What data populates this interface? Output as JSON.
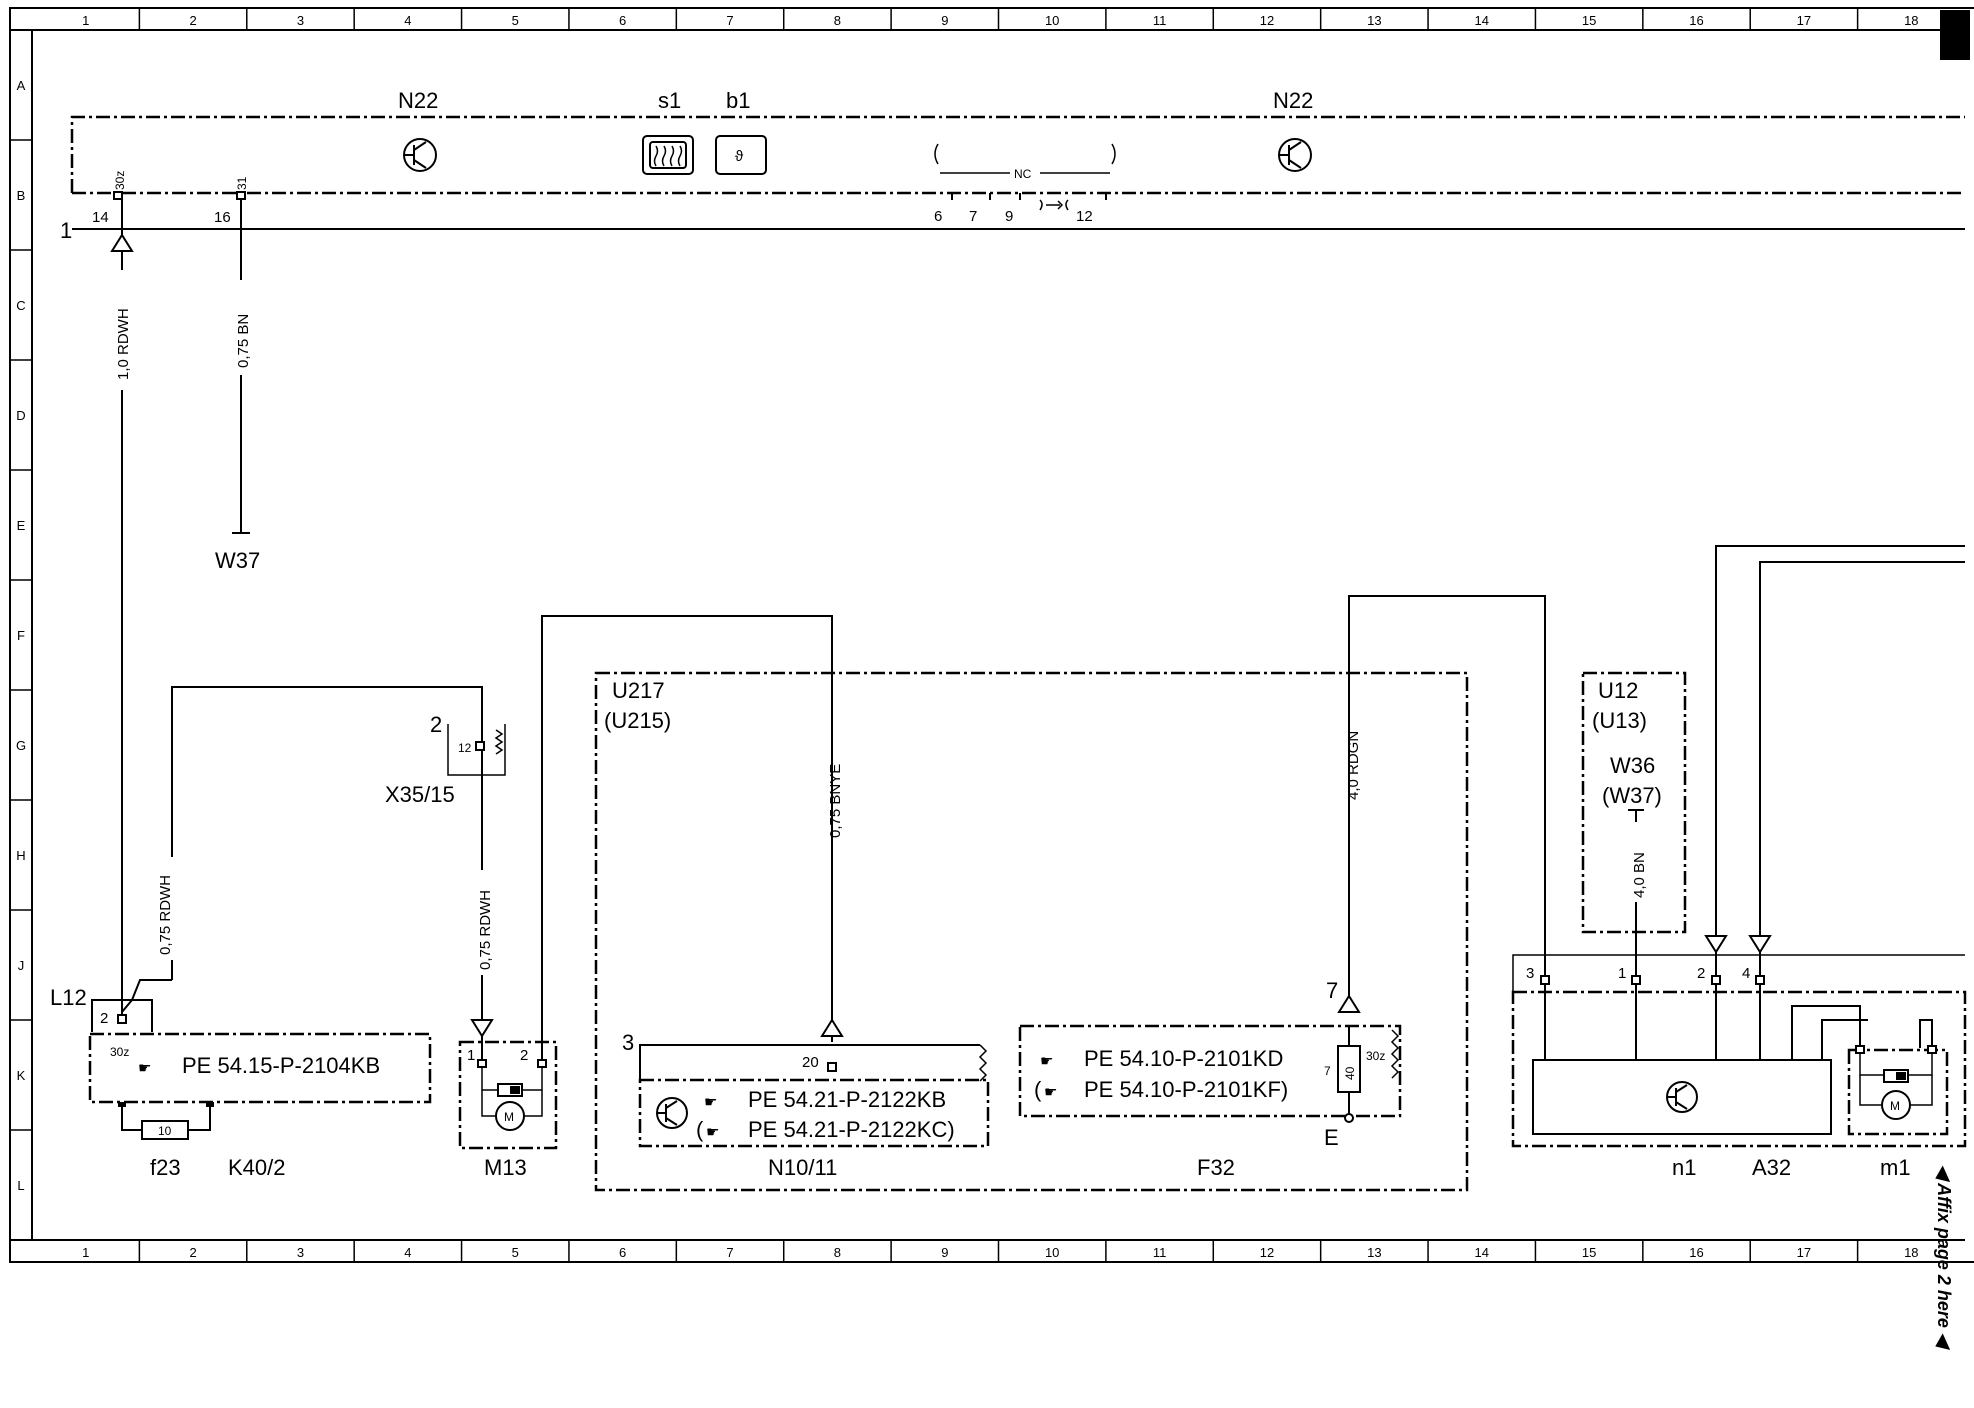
{
  "grid_columns": [
    "1",
    "2",
    "3",
    "4",
    "5",
    "6",
    "7",
    "8",
    "9",
    "10",
    "11",
    "12",
    "13",
    "14",
    "15",
    "16",
    "17",
    "18"
  ],
  "grid_rows": [
    "A",
    "B",
    "C",
    "D",
    "E",
    "F",
    "G",
    "H",
    "J",
    "K",
    "L"
  ],
  "top_row": {
    "n22_left": "N22",
    "s1": "s1",
    "b1": "b1",
    "n22_right": "N22",
    "bus_number": "1",
    "pin_30z": "30z",
    "pin_31": "31",
    "pin_14": "14",
    "pin_16": "16",
    "nc_label": "NC",
    "pins_nc": [
      "6",
      "7",
      "9",
      "12"
    ],
    "b1_symbol": "ϑ"
  },
  "wires": {
    "w_1_0_rdwh": "1,0 RDWH",
    "w_0_75_bn": "0,75 BN",
    "w37": "W37",
    "w_0_75_rdwh_a": "0,75 RDWH",
    "w_0_75_rdwh_b": "0,75 RDWH",
    "w_0_75_bnye": "0,75 BNYE",
    "w_4_0_rdgn": "4,0 RDGN",
    "w_4_0_bn": "4,0 BN"
  },
  "components": {
    "x35_15": "X35/15",
    "x35_pin": "2",
    "x35_inner": "12",
    "l12": "L12",
    "k40_pin2": "2",
    "k40_30z": "30z",
    "k40_ref": "PE 54.15-P-2104KB",
    "fuse_value": "10",
    "f23": "f23",
    "k40_2": "K40/2",
    "m13": "M13",
    "m13_pin1": "1",
    "m13_pin2": "2",
    "motor": "M",
    "u217": "U217",
    "u215": "(U215)",
    "n10_pin3": "3",
    "n10_pin20": "20",
    "n10_ref1": "PE 54.21-P-2122KB",
    "n10_ref2": "PE 54.21-P-2122KC)",
    "n10_ref2_open": "(",
    "n10_11": "N10/11",
    "f32_ref1": "PE 54.10-P-2101KD",
    "f32_ref2": "PE 54.10-P-2101KF)",
    "f32_ref2_open": "(",
    "f32_pin7": "7",
    "f32_inner7": "7",
    "f32_40": "40",
    "f32_30z": "30z",
    "f32_e": "E",
    "f32": "F32",
    "u12": "U12",
    "u13": "(U13)",
    "w36": "W36",
    "w37_alt": "(W37)",
    "a32_pin3": "3",
    "a32_pin1": "1",
    "a32_pin2": "2",
    "a32_pin4": "4",
    "n1": "n1",
    "a32": "A32",
    "m1": "m1"
  },
  "side_note": "◀ Affix page 2 here ◀"
}
